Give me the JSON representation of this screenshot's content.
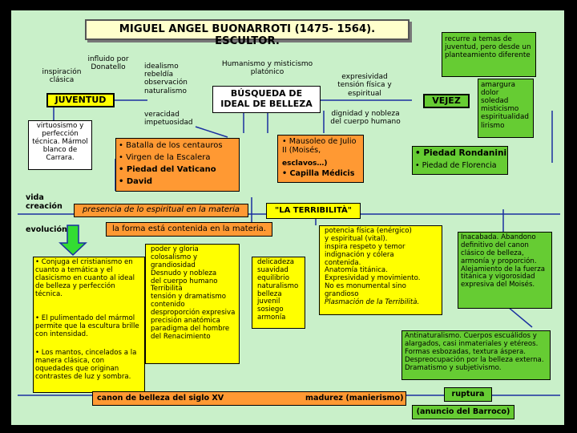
{
  "title": "MIGUEL ANGEL BUONARROTI (1475- 1564). ESCULTOR.",
  "left": {
    "influido": "influido por Donatello",
    "inspiracion": "inspiración clásica",
    "juventud": "JUVENTUD",
    "virtuosismo": "virtuosismo y perfección técnica. Mármol blanco de Carrara."
  },
  "center": {
    "traits_top": [
      "idealismo",
      "rebeldía",
      "observación",
      "naturalismo"
    ],
    "traits_bottom": [
      "veracidad",
      "impetuosidad"
    ],
    "humanismo": "Humanismo y misticismo platónico",
    "busqueda": "BÚSQUEDA DE IDEAL DE BELLEZA",
    "expresividad": "expresividad tensión física y espiritual",
    "dignidad": "dignidad y nobleza del cuerpo humano"
  },
  "right": {
    "recurre": "recurre a temas de juventud, pero desde un planteamiento diferente",
    "vejez": "VEJEZ",
    "amargura": [
      "amargura",
      "dolor",
      "soledad",
      "misticismo",
      "espiritualidad",
      "lirismo"
    ],
    "piedad1": "• Piedad Rondanini",
    "piedad2": "• Piedad de Florencia"
  },
  "works_youth": [
    "• Batalla de los centauros",
    "• Virgen de la Escalera",
    "• Piedad del  Vaticano",
    "• David"
  ],
  "works_mid": {
    "line1": "• Mausoleo de Julio II (Moisés,",
    "line2": "esclavos…)",
    "line3": "• Capilla Médicis"
  },
  "labels": {
    "vida": "vida creación",
    "evolucion": "evolución",
    "presencia": "presencia de lo espiritual en la materia",
    "terribilita": "\"LA TERRIBILITÀ\"",
    "forma": "la forma está contenida en la materia."
  },
  "lower": {
    "conjuga": "• Conjuga el cristianismo en cuanto a temática y el clasicismo en cuanto al ideal de belleza y perfección técnica.",
    "pulimentado": "• El pulimentado del mármol permite que la escultura brille con intensidad.",
    "mantos": "• Los mantos, cincelados a la manera clásica, con oquedades que originan contrastes de luz y sombra.",
    "poder": [
      "poder y gloria",
      "colosalismo y",
      "grandiosidad",
      "Desnudo y nobleza",
      "del cuerpo humano",
      "Terribilità",
      "tensión y dramatismo",
      "contenido",
      "desproporción expresiva",
      "precisión anatómica",
      "paradigma del hombre",
      "del Renacimiento"
    ],
    "delicadeza": [
      "delicadeza",
      "suavidad",
      "equilibrio",
      "naturalismo",
      "belleza juvenil",
      "sosiego",
      "armonía"
    ],
    "potencia": [
      "potencia física (enérgico)",
      "y espiritual (vital).",
      "inspira respeto y temor",
      "indignación y cólera",
      "contenida.",
      "Anatomía titánica.",
      "Expresividad y movimiento.",
      "No es monumental sino grandioso",
      "Plasmación de la Terribilità."
    ],
    "inacabada": "Inacabada. Abandono definitivo del canon clásico de belleza, armonía y proporción. Alejamiento de la fuerza titánica y vigorosidad expresiva del Moisés.",
    "antinaturalismo": "Antinaturalismo. Cuerpos escuálidos y alargados, casi inmateriales y etéreos. Formas esbozadas, textura áspera. Despreocupación por la belleza externa. Dramatismo y subjetivismo.",
    "canon": "canon de belleza del siglo XV",
    "madurez": "madurez (manierismo)",
    "ruptura": "ruptura",
    "anuncio": "(anuncio del Barroco)"
  },
  "colors": {
    "bg": "#c9f0c9",
    "title_box": "#ffffcc",
    "yellow": "#ffff00",
    "orange": "#ff9933",
    "green": "#66cc33",
    "white": "#ffffff",
    "line": "#1a2fa0",
    "arrow": "#33dd33"
  }
}
